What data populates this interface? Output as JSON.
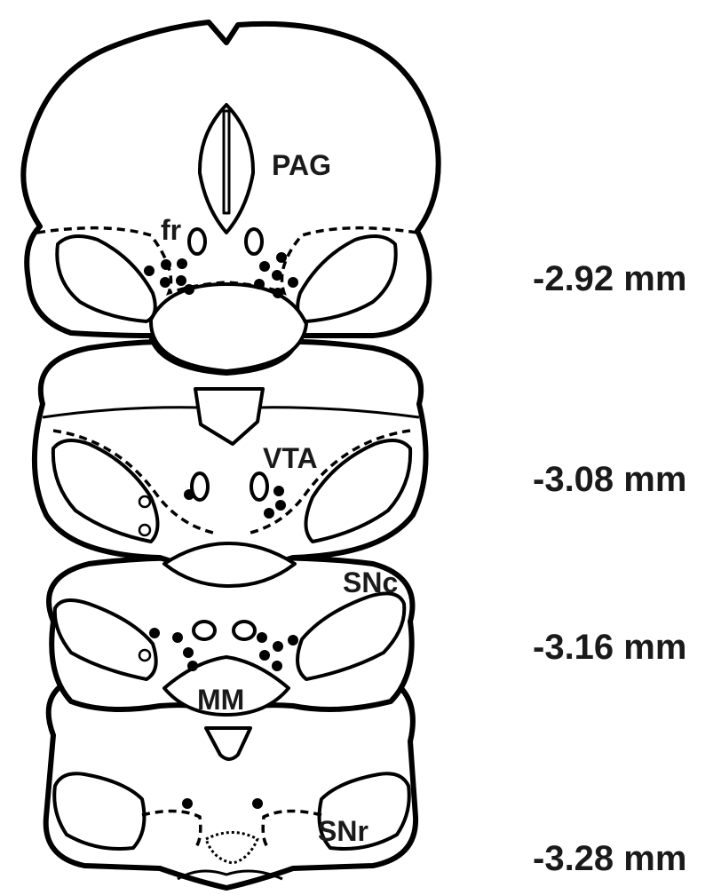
{
  "regions": {
    "pag": "PAG",
    "fr": "fr",
    "vta": "VTA",
    "snc": "SNc",
    "mm": "MM",
    "snr": "SNr"
  },
  "depths": [
    "-2.92 mm",
    "-3.08 mm",
    "-3.16 mm",
    "-3.28 mm"
  ],
  "colors": {
    "ink": "#000000",
    "background": "#ffffff"
  },
  "markers": {
    "filled": "placement site (filled circle)",
    "open": "placement site (open circle)"
  }
}
